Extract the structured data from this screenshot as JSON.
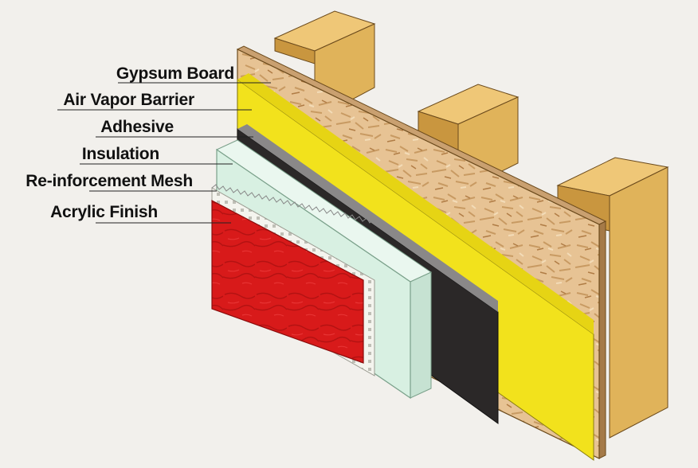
{
  "labels": {
    "gypsum_board": "Gypsum Board",
    "air_vapor_barrier": "Air Vapor Barrier",
    "adhesive": "Adhesive",
    "insulation": "Insulation",
    "reinforcement_mesh": "Re-inforcement Mesh",
    "acrylic_finish": "Acrylic Finish"
  },
  "colors": {
    "background": "#f2f0ec",
    "stud_front": "#e0b35a",
    "stud_side": "#c9963f",
    "stud_top": "#efc777",
    "gypsum_board": "#e7c394",
    "air_vapor_barrier": "#f2e21c",
    "adhesive": "#2b2828",
    "insulation": "#d8f0e2",
    "reinforcement_mesh": "#f4f4ee",
    "acrylic_finish": "#d81a1a"
  }
}
